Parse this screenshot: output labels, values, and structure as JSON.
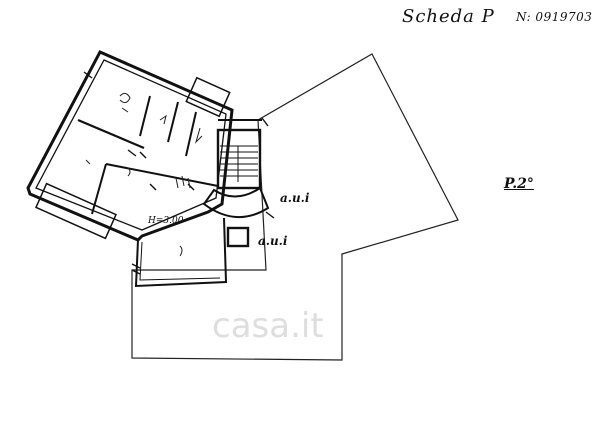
{
  "header": {
    "scheda": "Scheda P",
    "number": "N: 0919703"
  },
  "plan": {
    "floor_label": "P.2°",
    "aui_label_1": "a.u.i",
    "aui_label_2": "a.u.i",
    "height_label": "H=3.00"
  },
  "watermark": "casa.it"
}
